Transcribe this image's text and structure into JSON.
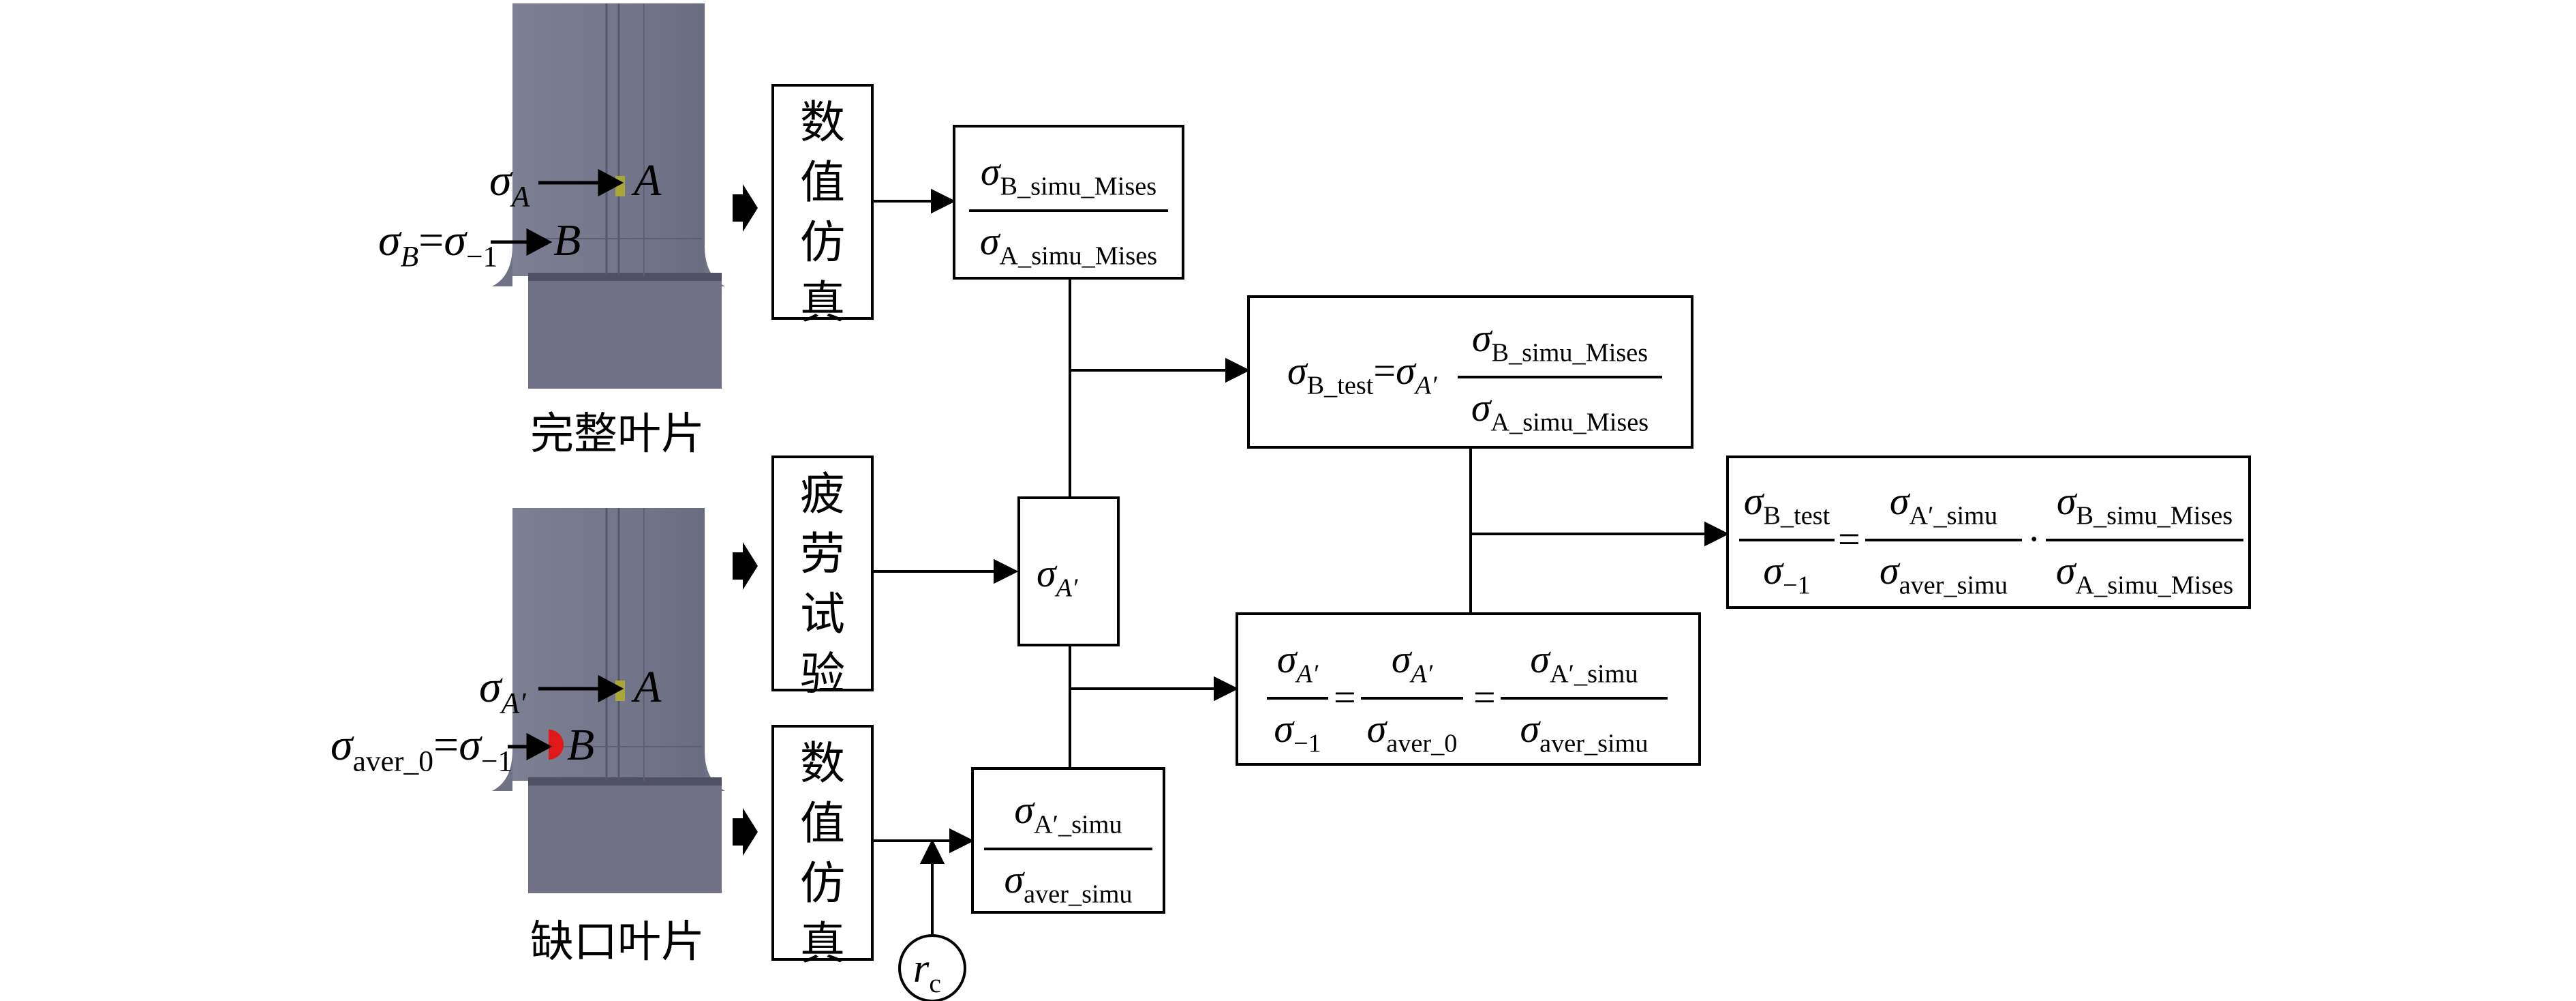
{
  "blades": {
    "top_caption": "完整叶片",
    "bottom_caption": "缺口叶片",
    "point_a": "A",
    "point_b": "B",
    "top_sigma_a_sub": "A",
    "top_sigma_b_sub": "B",
    "bottom_sigma_a_sub": "A′",
    "bottom_sigma_aver_sub": "aver_0",
    "minus_one": "−1",
    "sigma": "σ",
    "equals": "="
  },
  "process_boxes": {
    "sim_top": [
      "数",
      "值",
      "仿",
      "真"
    ],
    "fatigue": [
      "疲",
      "劳",
      "试",
      "验"
    ],
    "sim_bottom": [
      "数",
      "值",
      "仿",
      "真"
    ]
  },
  "formulas": {
    "box1_num_sub": "B_simu_Mises",
    "box1_den_sub": "A_simu_Mises",
    "box_mid_sub": "A′",
    "box_bottom_num_sub": "A′_simu",
    "box_bottom_den_sub": "aver_simu",
    "box_test_lhs_sub": "B_test",
    "box_test_factor_sub": "A′",
    "box_test_num_sub": "B_simu_Mises",
    "box_test_den_sub": "A_simu_Mises",
    "box_ratio_n1": "A′",
    "box_ratio_d1": "−1",
    "box_ratio_n2": "A′",
    "box_ratio_d2": "aver_0",
    "box_ratio_n3": "A′_simu",
    "box_ratio_d3": "aver_simu",
    "box_final_n1": "B_test",
    "box_final_d1": "−1",
    "box_final_n2": "A′_simu",
    "box_final_d2": "aver_simu",
    "box_final_n3": "B_simu_Mises",
    "box_final_d3": "A_simu_Mises",
    "dot": "·"
  },
  "radius_node": {
    "symbol": "r",
    "sub": "c"
  }
}
